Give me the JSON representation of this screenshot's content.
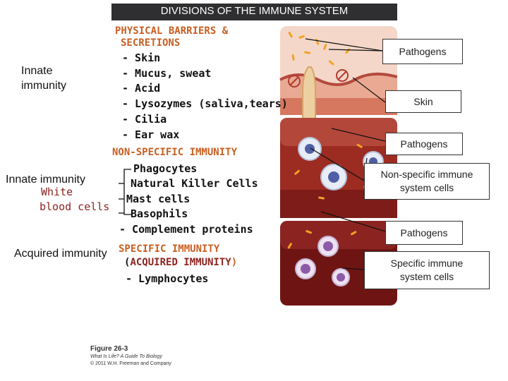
{
  "title": "DIVISIONS OF THE IMMUNE SYSTEM",
  "left_labels": {
    "innate_1": "Innate\nimmunity",
    "innate_2": "Innate immunity",
    "white_1": "White",
    "white_2": "blood cells",
    "acquired": "Acquired immunity"
  },
  "physical": {
    "heading_1": "PHYSICAL BARRIERS &",
    "heading_2": "SECRETIONS",
    "items": [
      "- Skin",
      "- Mucus, sweat",
      "- Acid",
      "- Lysozymes (saliva,tears)",
      "- Cilia",
      "- Ear wax"
    ]
  },
  "nonspecific": {
    "heading": "NON-SPECIFIC IMMUNITY",
    "items": [
      "Phagocytes",
      "Natural Killer Cells",
      "Mast cells",
      "Basophils",
      "- Complement proteins"
    ]
  },
  "specific": {
    "heading": "SPECIFIC IMMUNITY",
    "sub_open": "(",
    "sub_text": "ACQUIRED IMMUNITY",
    "sub_close": ")",
    "item": "- Lymphocytes"
  },
  "callouts": [
    "Pathogens",
    "Skin",
    "Pathogens",
    "Non-specific immune\nsystem cells",
    "Pathogens",
    "Specific immune\nsystem cells"
  ],
  "figure": {
    "number": "Figure 26-3",
    "book": "What Is Life? A Guide To Biology",
    "copyright": "© 2011 W.H. Freeman and Company"
  },
  "colors": {
    "title_bg": "#2f2f31",
    "heading_orange": "#c95f22",
    "white_blood_maroon": "#8c2420",
    "tissue_light": "#e8b9a5",
    "tissue_mid": "#9c2b22",
    "tissue_dark": "#6e1513",
    "pathogen": "#f2a323",
    "nonspecific_cell": "#4f5fa6",
    "specific_cell": "#8d5aa8"
  }
}
